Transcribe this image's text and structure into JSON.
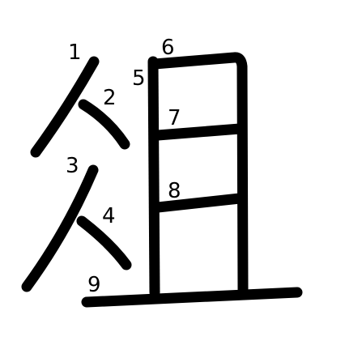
{
  "diagram": {
    "ink_color": "#000000",
    "background_color": "#ffffff",
    "labels": [
      "1",
      "2",
      "3",
      "4",
      "5",
      "6",
      "7",
      "8",
      "9"
    ]
  }
}
